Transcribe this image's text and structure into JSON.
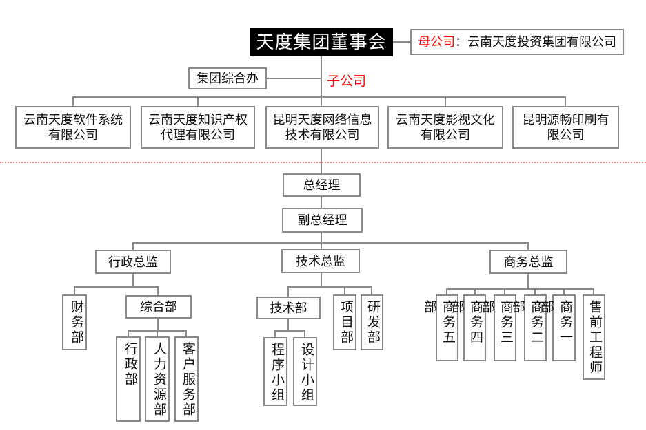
{
  "colors": {
    "accent_red": "#ff0000",
    "divider_red": "#ff8080",
    "line_gray": "#8a8a8a",
    "title_bg": "#000000",
    "title_fg": "#ffffff"
  },
  "org": {
    "board": "天度集团董事会",
    "parent": {
      "label": "母公司",
      "name": "：云南天度投资集团有限公司"
    },
    "group_office": "集团综合办",
    "subsidiary_label": "子公司",
    "companies": [
      "云南天度软件系统有限公司",
      "云南天度知识产权代理有限公司",
      "昆明天度网络信息技术有限公司",
      "云南天度影视文化有限公司",
      "昆明源畅印刷有限公司"
    ],
    "general_manager": "总经理",
    "deputy_general_manager": "副总经理",
    "directors": {
      "admin": "行政总监",
      "tech": "技术总监",
      "business": "商务总监"
    },
    "admin_branch": {
      "finance": "财务部",
      "general_affairs": "综合部",
      "sub_departments": [
        "行政部",
        "人力资源部",
        "客户服务部"
      ]
    },
    "tech_branch": {
      "tech_dept": "技术部",
      "project_dept": "项目部",
      "rnd_dept": "研发部",
      "groups": [
        "程序小组",
        "设计小组"
      ]
    },
    "business_branch": {
      "departments": [
        "商务五部",
        "商务四部",
        "商务三部",
        "商务二部",
        "商务一部"
      ],
      "presales": "售前工程师"
    }
  }
}
